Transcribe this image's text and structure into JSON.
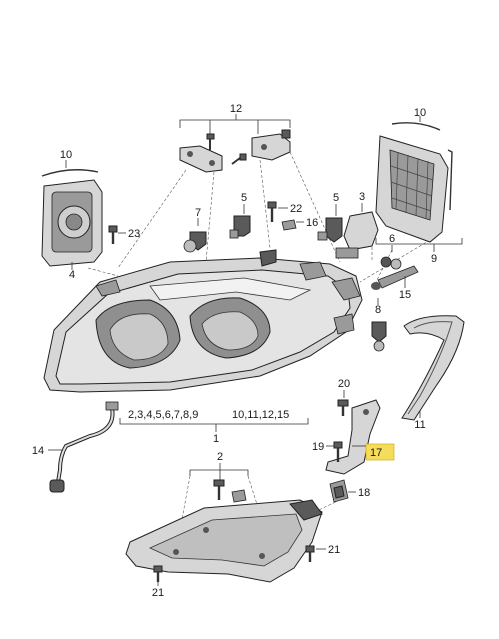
{
  "callouts": {
    "c1": "1",
    "c2": "2",
    "c3": "3",
    "c4": "4",
    "c5a": "5",
    "c5b": "5",
    "c6": "6",
    "c7": "7",
    "c8": "8",
    "c9": "9",
    "c10a": "10",
    "c10b": "10",
    "c11": "11",
    "c12": "12",
    "c14": "14",
    "c15": "15",
    "c16": "16",
    "c17": "17",
    "c18": "18",
    "c19": "19",
    "c20": "20",
    "c21a": "21",
    "c21b": "21",
    "c22": "22",
    "c23": "23"
  },
  "group_labels": {
    "left": "2,3,4,5,6,7,8,9",
    "right": "10,11,12,15"
  },
  "highlight": {
    "part": "17",
    "color": "#f5dc5a"
  }
}
